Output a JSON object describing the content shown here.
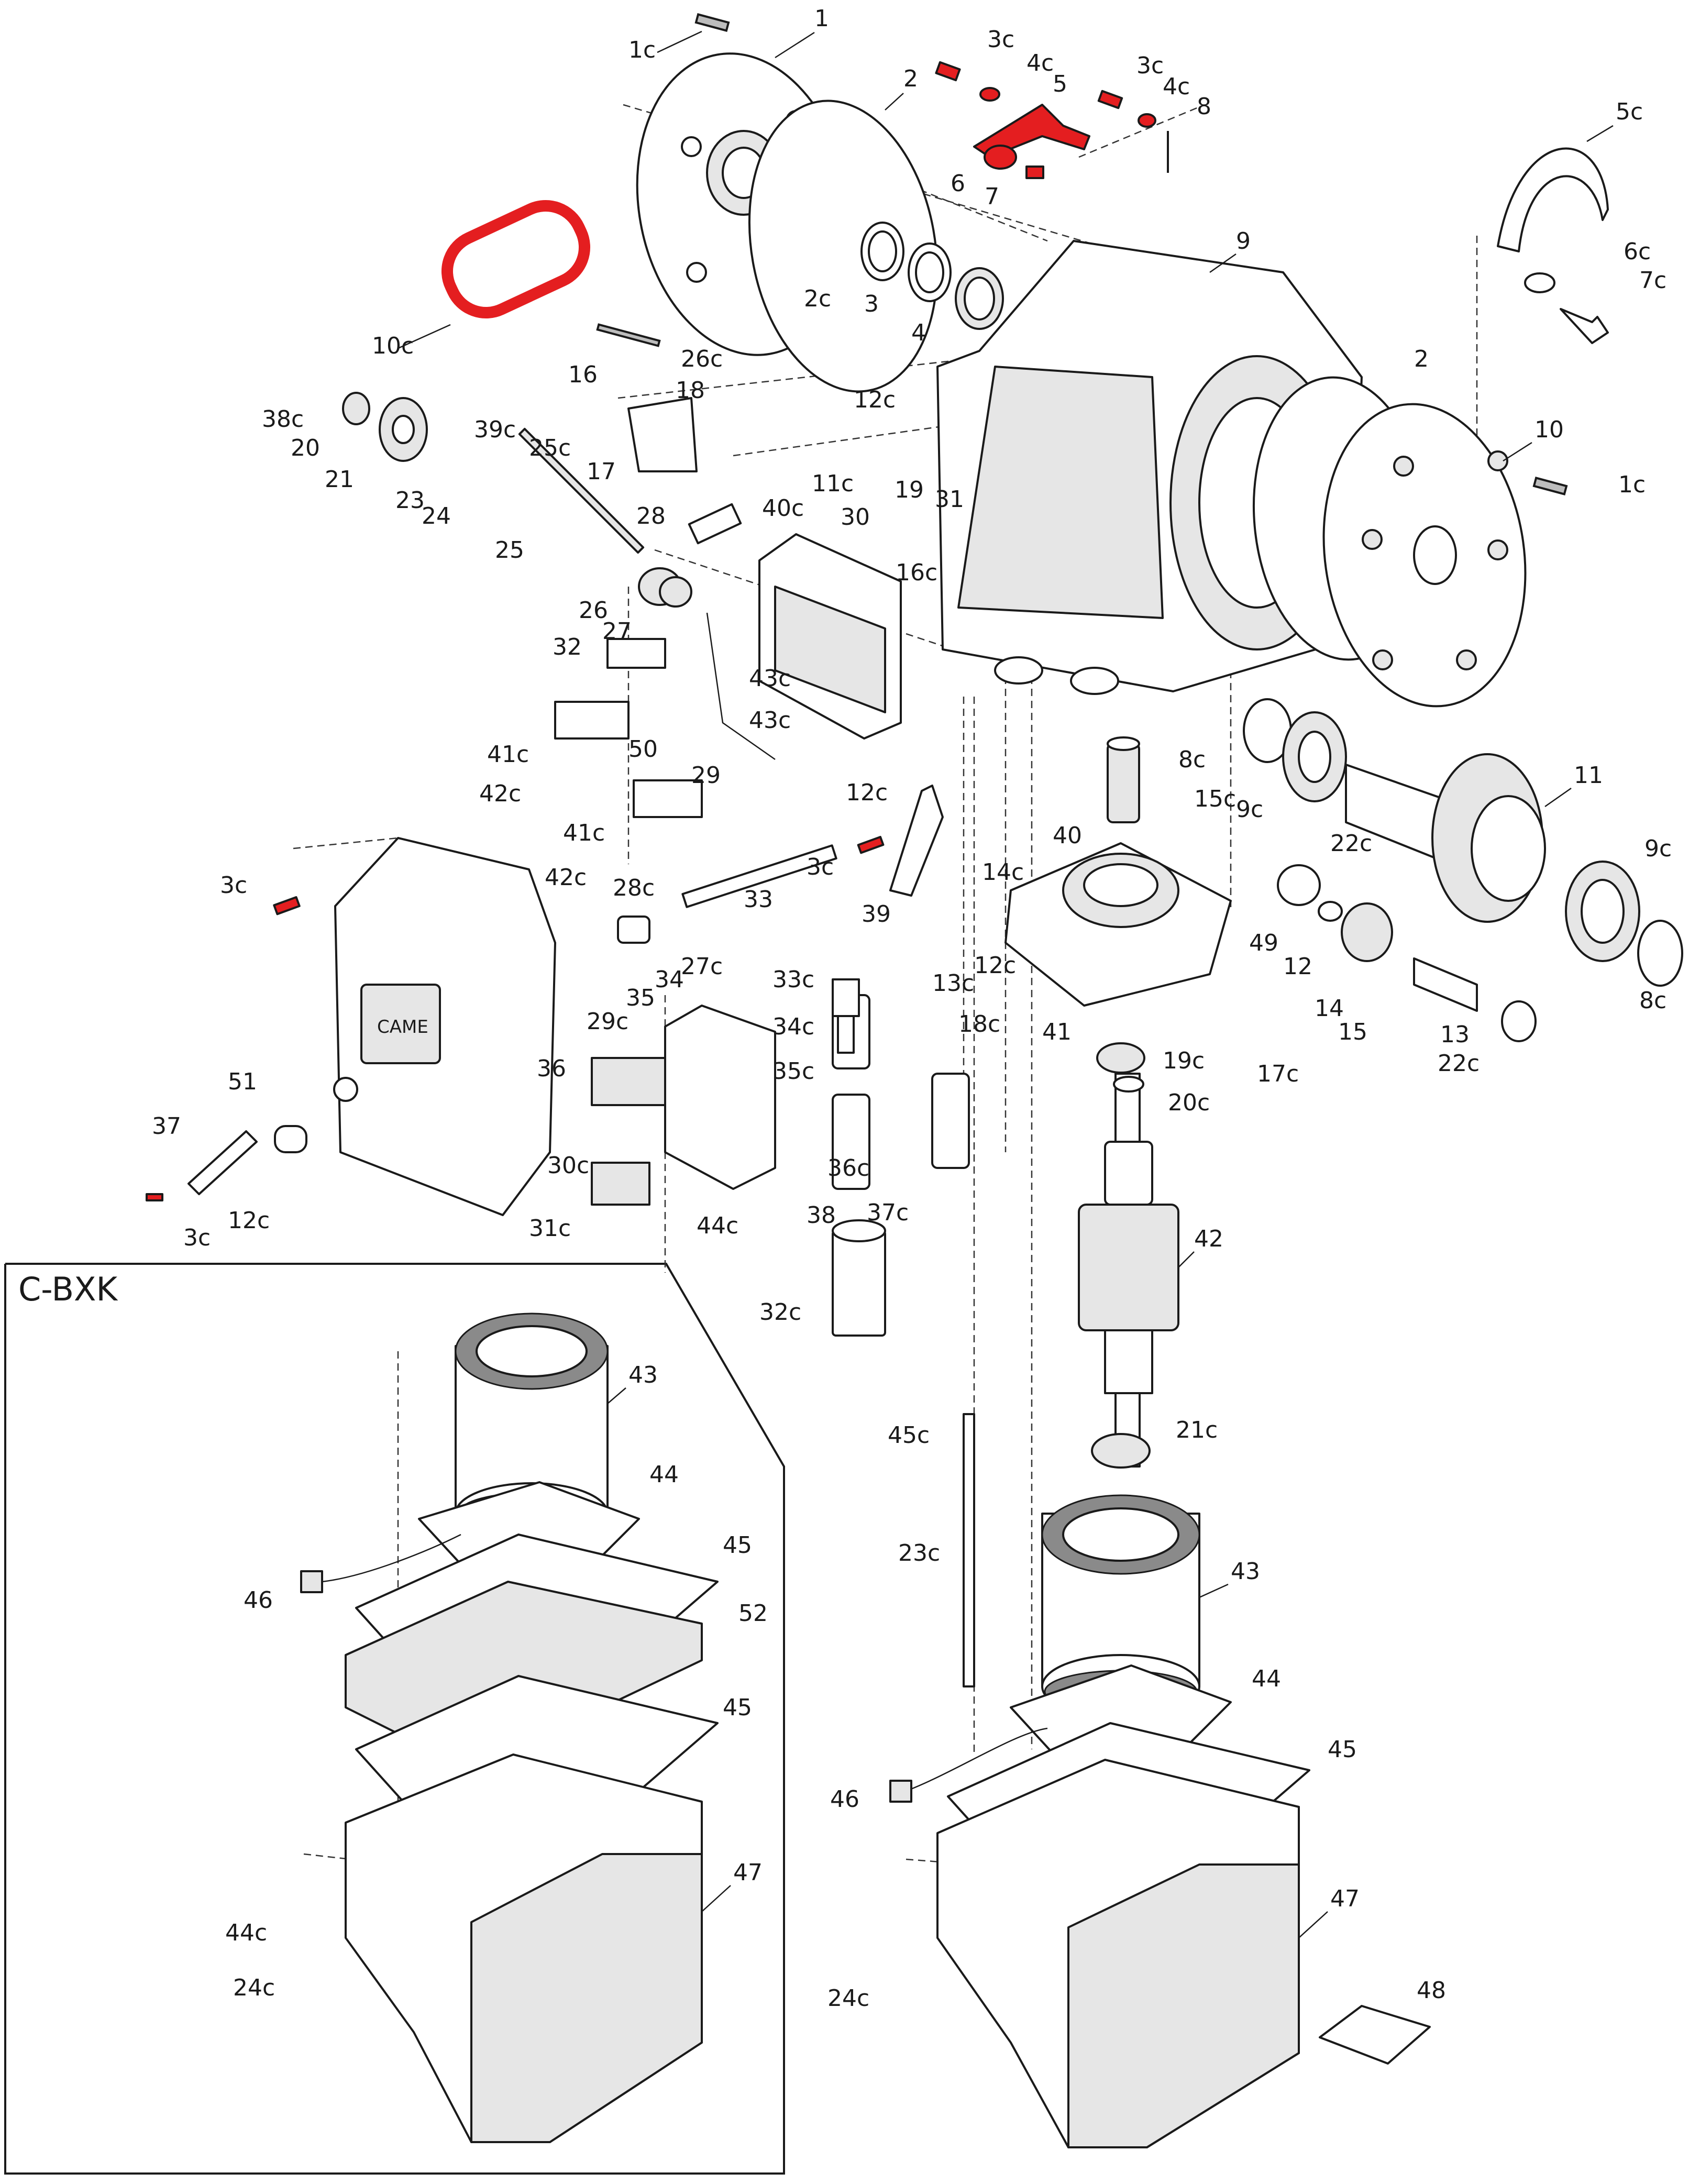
{
  "title": "C-BXK",
  "labels": [
    "1",
    "1c",
    "2",
    "3c",
    "4c",
    "5",
    "3c",
    "4c",
    "8",
    "6",
    "7",
    "5c",
    "2c",
    "3",
    "4",
    "9",
    "6c",
    "7c",
    "10c",
    "16",
    "26c",
    "2",
    "18",
    "38c",
    "12c",
    "10",
    "1c",
    "20",
    "39c",
    "25c",
    "17",
    "21",
    "23",
    "24",
    "11c",
    "19",
    "31",
    "40c",
    "28",
    "30",
    "25",
    "16c",
    "26",
    "27",
    "32",
    "43c",
    "43c",
    "41c",
    "50",
    "42c",
    "29",
    "8c",
    "9c",
    "11",
    "40",
    "15c",
    "22c",
    "41c",
    "12c",
    "9c",
    "42c",
    "3c",
    "33",
    "39",
    "14c",
    "3c",
    "28c",
    "49",
    "12",
    "8c",
    "12c",
    "13c",
    "27c",
    "35",
    "34",
    "29c",
    "14",
    "15",
    "13",
    "18c",
    "41",
    "19c",
    "17c",
    "22c",
    "20c",
    "33c",
    "34c",
    "35c",
    "36",
    "51",
    "37",
    "30c",
    "36c",
    "37c",
    "12c",
    "3c",
    "31c",
    "44c",
    "38",
    "42",
    "32c",
    "43",
    "44",
    "45",
    "46",
    "52",
    "45",
    "44c",
    "24c",
    "47",
    "45c",
    "21c",
    "23c",
    "43",
    "44",
    "45",
    "46",
    "47",
    "24c",
    "48"
  ],
  "brand": "CAME"
}
